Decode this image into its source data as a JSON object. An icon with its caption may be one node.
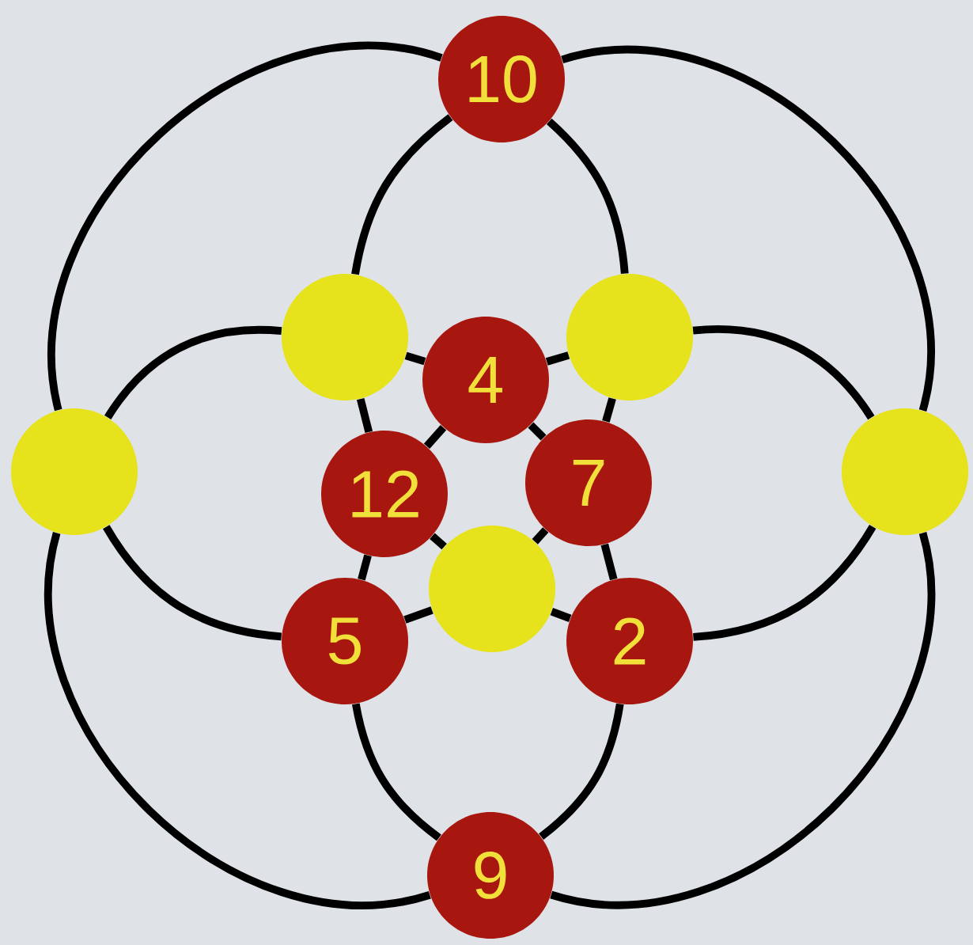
{
  "diagram": {
    "nodes": [
      {
        "text": [
          "10"
        ]
      },
      {
        "text": [],
        "shape": "circle"
      },
      {
        "text": [],
        "shape": "circle"
      },
      {
        "text": [
          "4"
        ]
      },
      {
        "text": [],
        "shape": "circle"
      },
      {
        "text": [
          "12"
        ]
      },
      {
        "text": [
          "7"
        ]
      },
      {
        "text": [],
        "shape": "circle"
      },
      {
        "text": [
          "5"
        ]
      },
      {
        "text": [],
        "shape": "circle"
      },
      {
        "text": [
          "2"
        ]
      },
      {
        "text": [
          "9"
        ]
      }
    ],
    "edges": [
      {
        "from": 0,
        "to": 4,
        "arrow": "none"
      },
      {
        "from": 0,
        "to": 7,
        "arrow": "none"
      },
      {
        "from": 4,
        "to": 11,
        "arrow": "none"
      },
      {
        "from": 7,
        "to": 11,
        "arrow": "none"
      },
      {
        "from": 0,
        "to": 1,
        "arrow": "none"
      },
      {
        "from": 0,
        "to": 2,
        "arrow": "none"
      },
      {
        "from": 1,
        "to": 4,
        "arrow": "none"
      },
      {
        "from": 2,
        "to": 7,
        "arrow": "none"
      },
      {
        "from": 4,
        "to": 8,
        "arrow": "none"
      },
      {
        "from": 7,
        "to": 10,
        "arrow": "none"
      },
      {
        "from": 8,
        "to": 11,
        "arrow": "none"
      },
      {
        "from": 10,
        "to": 11,
        "arrow": "none"
      },
      {
        "from": 1,
        "to": 3,
        "arrow": "none"
      },
      {
        "from": 3,
        "to": 2,
        "arrow": "none"
      },
      {
        "from": 1,
        "to": 5,
        "arrow": "none"
      },
      {
        "from": 3,
        "to": 5,
        "arrow": "none"
      },
      {
        "from": 3,
        "to": 6,
        "arrow": "none"
      },
      {
        "from": 2,
        "to": 6,
        "arrow": "none"
      },
      {
        "from": 5,
        "to": 8,
        "arrow": "none"
      },
      {
        "from": 5,
        "to": 9,
        "arrow": "none"
      },
      {
        "from": 6,
        "to": 9,
        "arrow": "none"
      },
      {
        "from": 6,
        "to": 10,
        "arrow": "none"
      },
      {
        "from": 8,
        "to": 9,
        "arrow": "none"
      },
      {
        "from": 9,
        "to": 10,
        "arrow": "none"
      }
    ]
  }
}
